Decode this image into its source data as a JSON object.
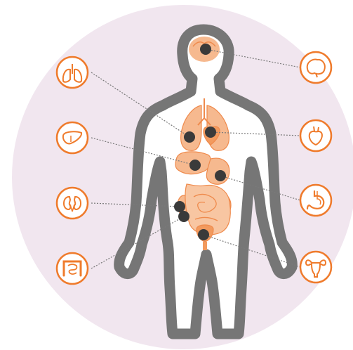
{
  "colors": {
    "background_circle": "#f1e6ef",
    "body_outline": "#767676",
    "body_fill": "#ffffff",
    "organ_fill": "#f6b98f",
    "organ_stroke": "#ef8a4c",
    "accent": "#ef7b2c",
    "marker": "#3a3a3a",
    "connector": "#7a7a7a"
  },
  "organs": [
    {
      "name": "brain",
      "icon": "brain-icon",
      "side": "right"
    },
    {
      "name": "lungs",
      "icon": "lungs-icon",
      "side": "left"
    },
    {
      "name": "heart",
      "icon": "heart-icon",
      "side": "right"
    },
    {
      "name": "liver",
      "icon": "liver-icon",
      "side": "left"
    },
    {
      "name": "stomach",
      "icon": "stomach-icon",
      "side": "right"
    },
    {
      "name": "kidneys",
      "icon": "kidneys-icon",
      "side": "left"
    },
    {
      "name": "intestines",
      "icon": "intestines-icon",
      "side": "left"
    },
    {
      "name": "uterus",
      "icon": "uterus-icon",
      "side": "right"
    }
  ]
}
